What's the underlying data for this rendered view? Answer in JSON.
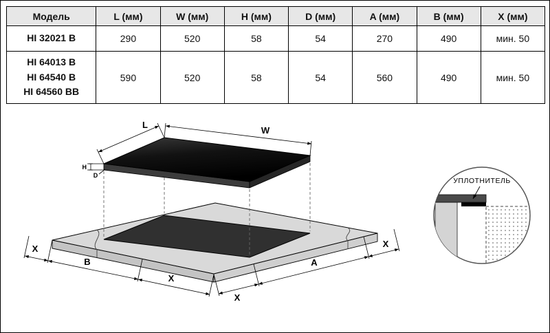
{
  "table": {
    "headers": [
      "Модель",
      "L (мм)",
      "W (мм)",
      "H (мм)",
      "D (мм)",
      "A (мм)",
      "B (мм)",
      "X (мм)"
    ],
    "rows": [
      {
        "model_lines": [
          "HI 32021 B"
        ],
        "values": [
          "290",
          "520",
          "58",
          "54",
          "270",
          "490",
          "мин. 50"
        ]
      },
      {
        "model_lines": [
          "HI 64013 B",
          "HI 64540 B",
          "HI 64560 BB"
        ],
        "values": [
          "590",
          "520",
          "58",
          "54",
          "560",
          "490",
          "мин. 50"
        ]
      }
    ]
  },
  "diagram": {
    "labels": {
      "l": "L",
      "w": "W",
      "h": "H",
      "d": "D",
      "a": "A",
      "b": "B",
      "x_left": "X",
      "x_front_left": "X",
      "x_front_right": "X",
      "x_right": "X"
    },
    "detail": {
      "title": "УПЛОТНИТЕЛЬ"
    },
    "colors": {
      "hob_top": "#111111",
      "hob_side": "#3c3c3c",
      "countertop": "#d9d9d9",
      "countertop_side": "#c4c4c4",
      "cutout": "#303030",
      "seal": "#000000",
      "glass_section": "#4a4a4a"
    }
  }
}
